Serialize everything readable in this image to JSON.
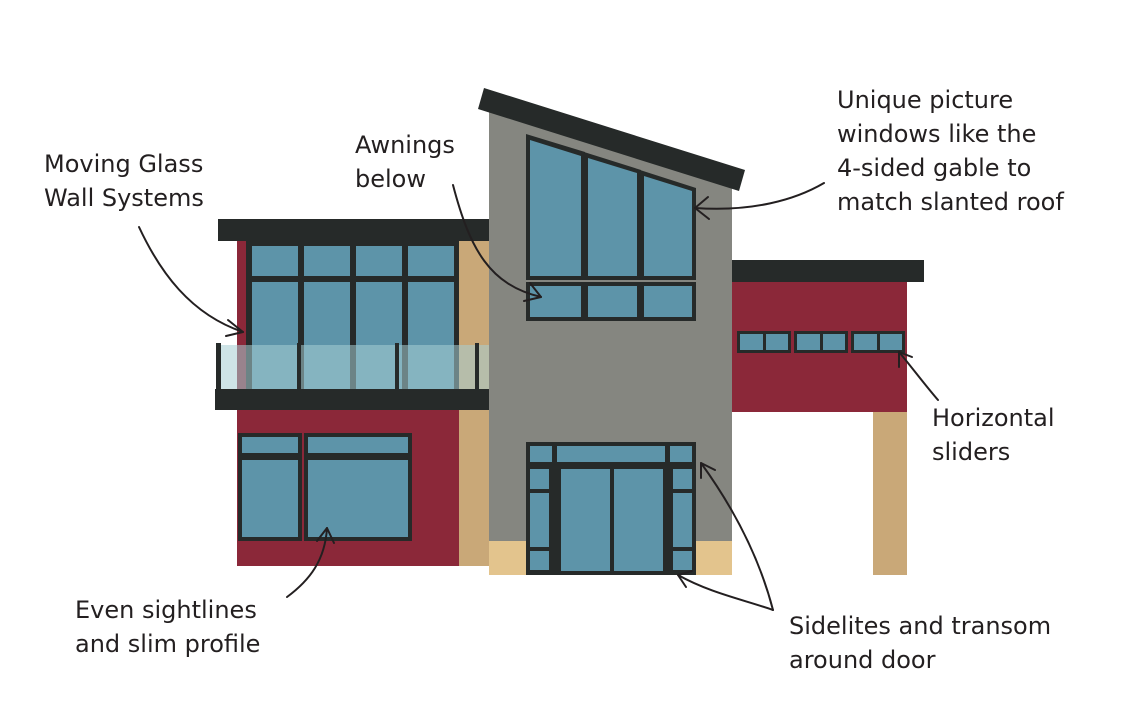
{
  "colors": {
    "maroon": "#8b2839",
    "tan": "#c9a878",
    "sand": "#e3c48d",
    "gray": "#858680",
    "dark": "#262a29",
    "glass": "#5d94a9",
    "railing": "#a6ced4",
    "ink": "#231f20"
  },
  "callouts": {
    "moving_glass": [
      "Moving Glass",
      "Wall Systems"
    ],
    "awnings": [
      "Awnings",
      "below"
    ],
    "picture_windows": [
      "Unique picture",
      "windows like the",
      "4-sided gable to",
      "match slanted roof"
    ],
    "horizontal_sliders": [
      "Horizontal",
      "sliders"
    ],
    "even_sightlines": [
      "Even sightlines",
      "and slim profile"
    ],
    "sidelites": [
      "Sidelites and transom",
      "around door"
    ]
  }
}
